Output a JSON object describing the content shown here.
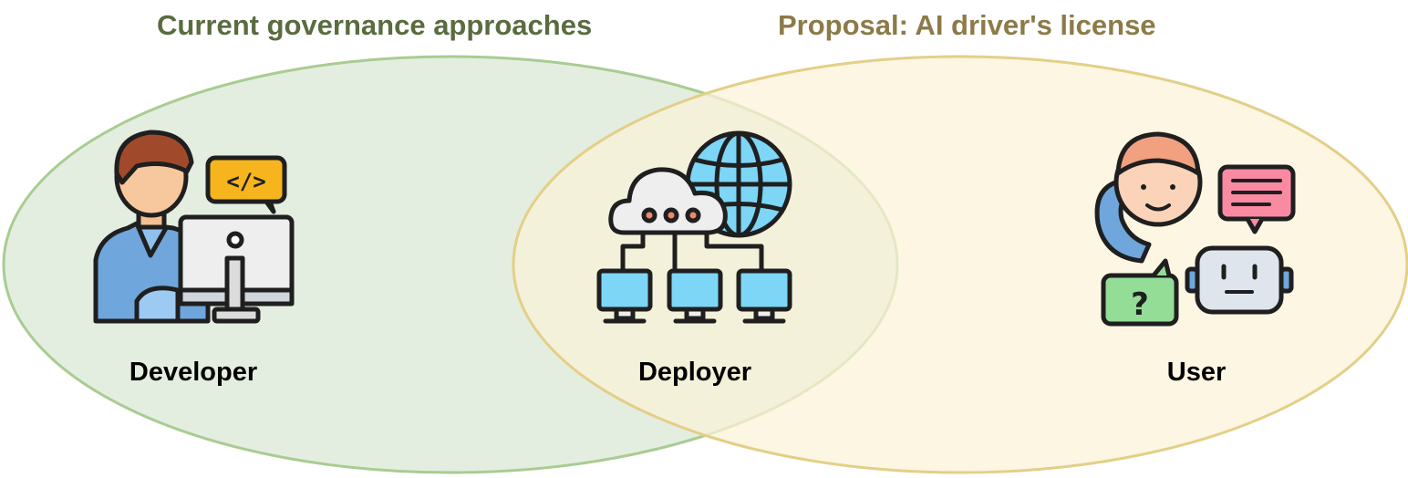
{
  "headings": {
    "left": "Current governance approaches",
    "right": "Proposal: AI driver's license"
  },
  "roles": {
    "developer": "Developer",
    "deployer": "Deployer",
    "user": "User"
  },
  "icons": {
    "developer": "developer-at-computer-icon",
    "deployer": "cloud-globe-network-icon",
    "user": "user-chatbot-support-icon"
  },
  "colors": {
    "left_heading": "#5a6b3f",
    "right_heading": "#8c7a48",
    "left_fill": "#e3eee0",
    "left_stroke": "#a9cc92",
    "right_fill": "#fbf2d8",
    "right_stroke": "#e3cf87"
  }
}
